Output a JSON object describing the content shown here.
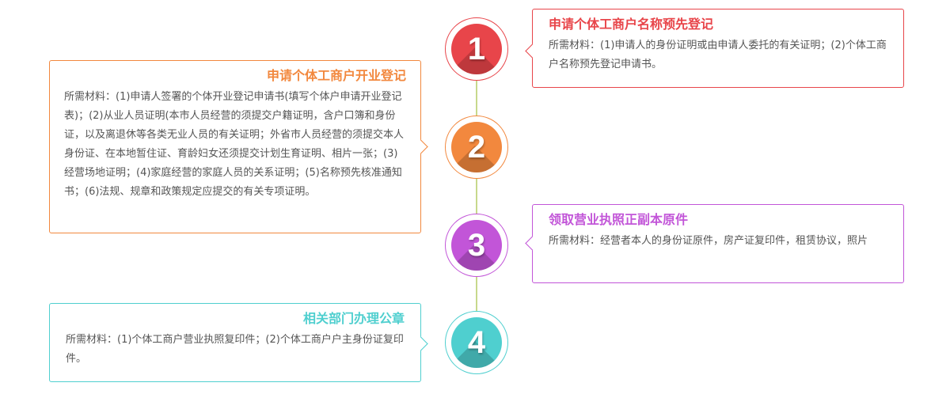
{
  "steps": [
    {
      "number": "1",
      "title": "申请个体工商户名称预先登记",
      "body": "所需材料：(1)申请人的身份证明或由申请人委托的有关证明；(2)个体工商户名称预先登记申请书。",
      "color": "#e8454a"
    },
    {
      "number": "2",
      "title": "申请个体工商户开业登记",
      "body": "所需材料：(1)申请人签署的个体开业登记申请书(填写个体户申请开业登记表)；(2)从业人员证明(本市人员经营的须提交户籍证明，含户口簿和身份证，以及离退休等各类无业人员的有关证明；外省市人员经营的须提交本人身份证、在本地暂住证、育龄妇女还须提交计划生育证明、相片一张；(3)经营场地证明；(4)家庭经营的家庭人员的关系证明；(5)名称预先核准通知书；(6)法规、规章和政策规定应提交的有关专项证明。",
      "color": "#f2883e"
    },
    {
      "number": "3",
      "title": "领取营业执照正副本原件",
      "body": "所需材料：经营者本人的身份证原件，房产证复印件，租赁协议，照片",
      "color": "#c255d8"
    },
    {
      "number": "4",
      "title": "相关部门办理公章",
      "body": "所需材料：(1)个体工商户营业执照复印件；(2)个体工商户户主身份证复印件。",
      "color": "#4fcfcf"
    }
  ]
}
